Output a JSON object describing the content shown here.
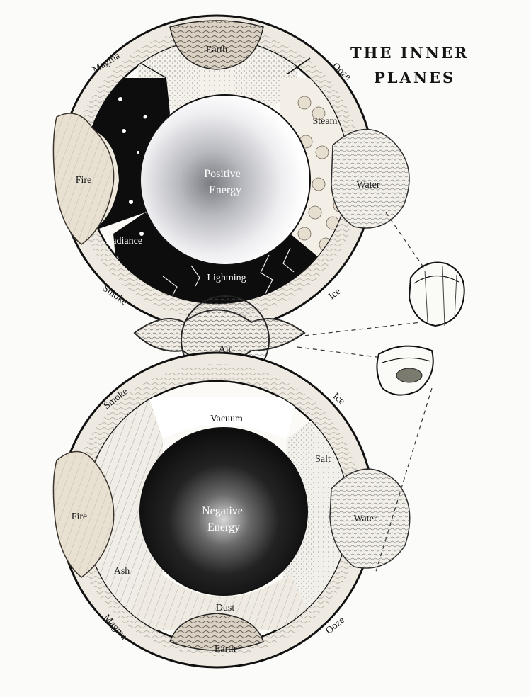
{
  "title": {
    "line1": "THE INNER",
    "line2": "PLANES"
  },
  "upper_ring": {
    "earth": "Earth",
    "magma": "Magma",
    "ooze": "Ooze",
    "fire": "Fire",
    "steam": "Steam",
    "water": "Water",
    "radiance": "Radiance",
    "smoke": "Smoke",
    "lightning": "Lightning",
    "ice": "Ice",
    "positive_energy_1": "Positive",
    "positive_energy_2": "Energy"
  },
  "center": {
    "air": "Air"
  },
  "lower_ring": {
    "smoke": "Smoke",
    "ice": "Ice",
    "vacuum": "Vacuum",
    "salt": "Salt",
    "fire": "Fire",
    "water": "Water",
    "ash": "Ash",
    "dust": "Dust",
    "magma": "Magma",
    "earth": "Earth",
    "ooze": "Ooze",
    "negative_energy_1": "Negative",
    "negative_energy_2": "Energy"
  }
}
